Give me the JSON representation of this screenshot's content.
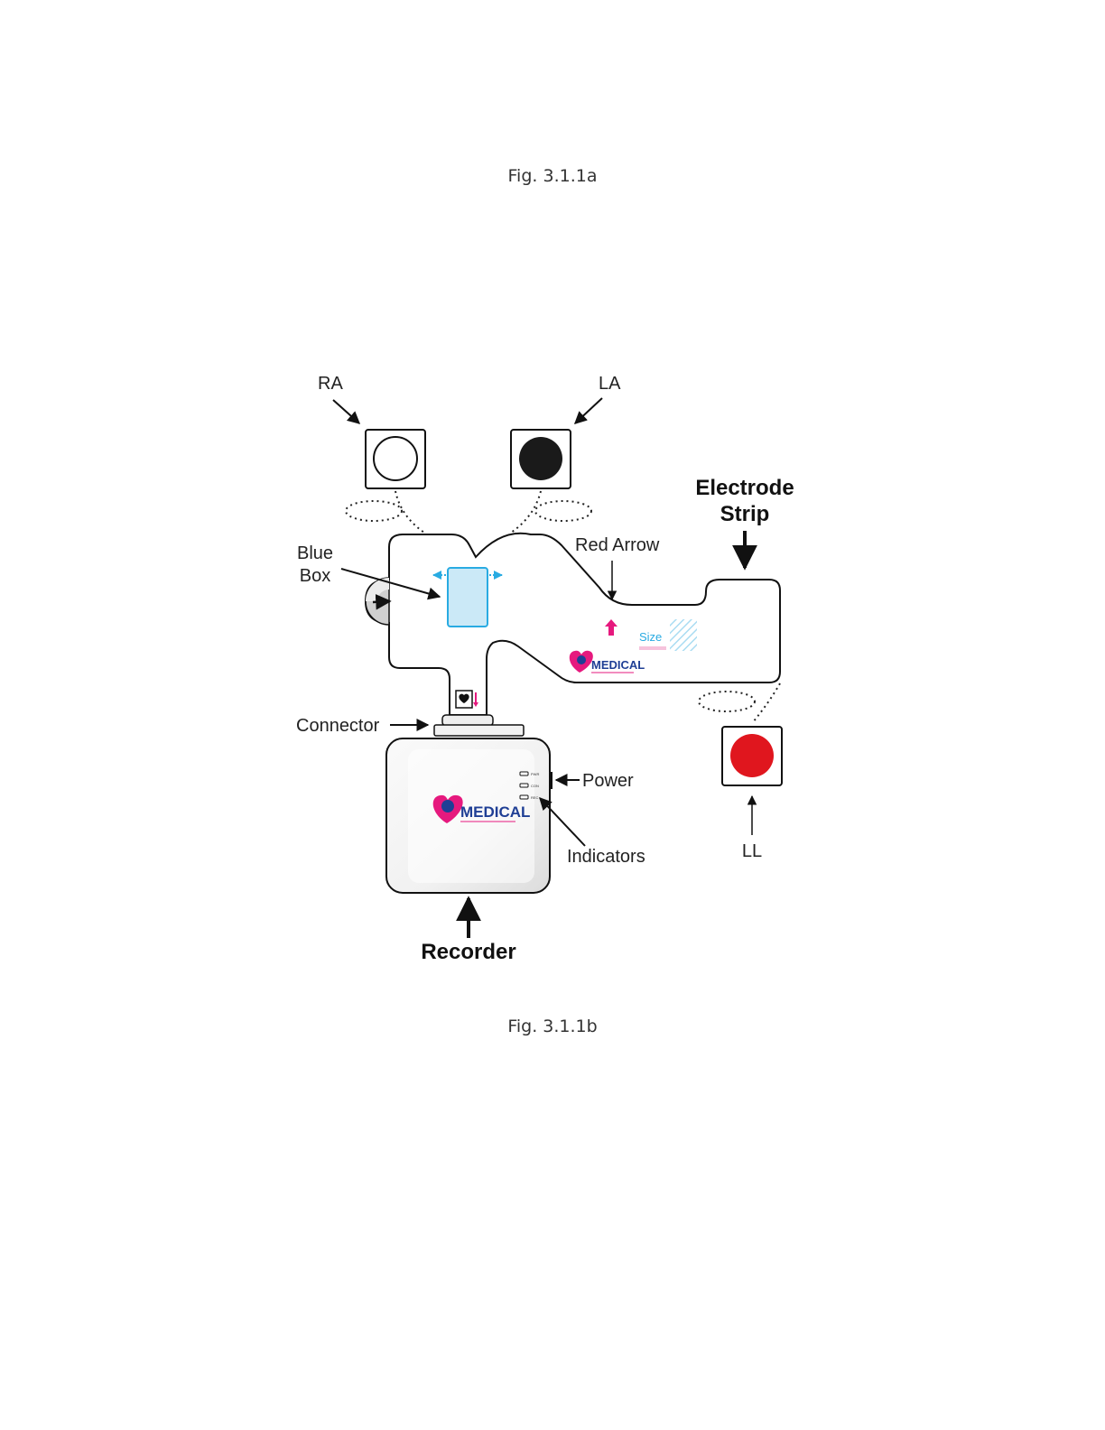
{
  "captions": {
    "top": "Fig. 3.1.1a",
    "bottom": "Fig. 3.1.1b"
  },
  "labels": {
    "ra": "RA",
    "la": "LA",
    "ll": "LL",
    "electrode_strip_line1": "Electrode",
    "electrode_strip_line2": "Strip",
    "blue_box_line1": "Blue",
    "blue_box_line2": "Box",
    "red_arrow": "Red Arrow",
    "size": "Size",
    "connector": "Connector",
    "power": "Power",
    "indicators": "Indicators",
    "recorder": "Recorder"
  },
  "logo": {
    "strip_text": "MEDICAL",
    "recorder_text": "MEDICAL"
  },
  "indicator_leds": [
    "PWR",
    "CON",
    "REC"
  ],
  "colors": {
    "ra_electrode": "#ffffff",
    "la_electrode": "#1a1a1a",
    "ll_electrode": "#e0161e",
    "blue_box": "#cbe9f7",
    "blue_accent": "#29abe2",
    "magenta_accent": "#e6197e",
    "logo_blue": "#1f3f95"
  }
}
